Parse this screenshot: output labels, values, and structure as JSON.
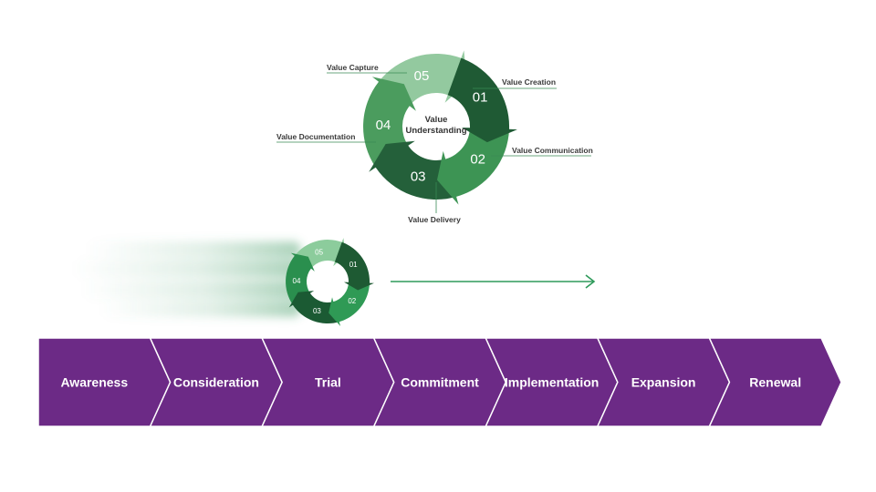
{
  "cycle": {
    "center_line1": "Value",
    "center_line2": "Understanding",
    "segments": [
      {
        "num": "01",
        "label": "Value Creation",
        "color": "#1f5a34"
      },
      {
        "num": "02",
        "label": "Value Communication",
        "color": "#3d9454"
      },
      {
        "num": "03",
        "label": "Value Delivery",
        "color": "#24603a"
      },
      {
        "num": "04",
        "label": "Value Documentation",
        "color": "#4b9c5e"
      },
      {
        "num": "05",
        "label": "Value Capture",
        "color": "#93c99f"
      }
    ]
  },
  "small_cycle": {
    "colors": [
      "#1e5a33",
      "#2f9a55",
      "#1b5a33",
      "#2a8f4e",
      "#8ccc9c"
    ]
  },
  "arrow_color": "#2e9a5a",
  "stage_color": "#6c2a86",
  "stages": [
    "Awareness",
    "Consideration",
    "Trial",
    "Commitment",
    "Implementation",
    "Expansion",
    "Renewal"
  ]
}
